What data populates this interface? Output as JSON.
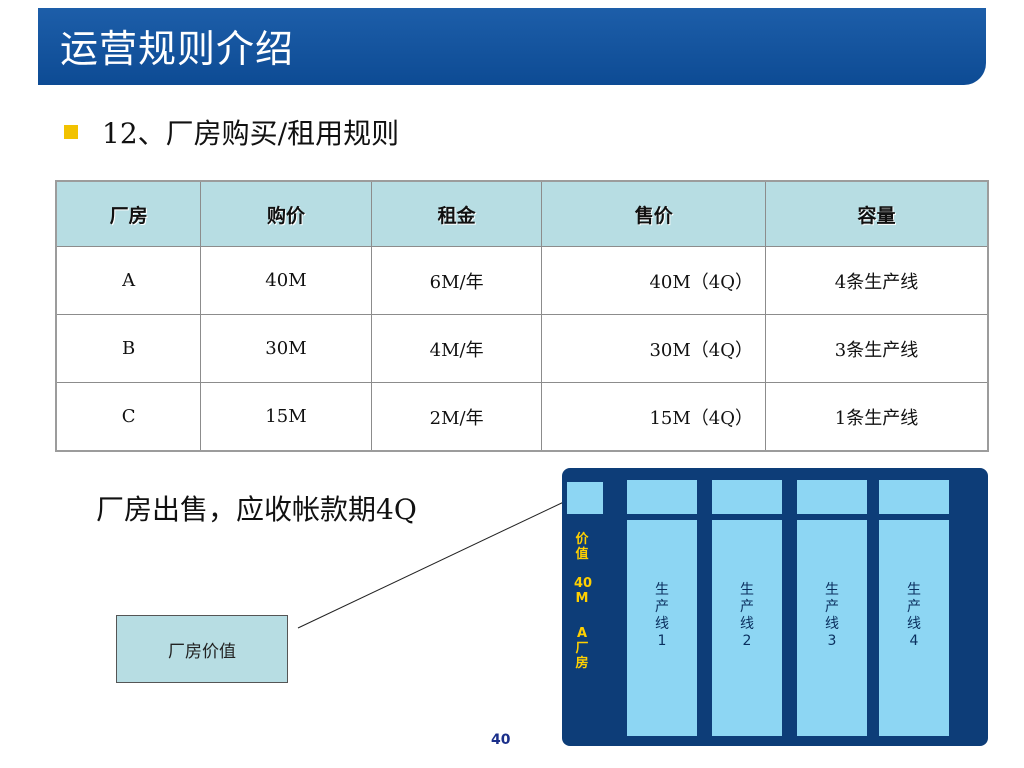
{
  "header": {
    "title": "运营规则介绍"
  },
  "section": {
    "subtitle": "12、厂房购买/租用规则"
  },
  "table": {
    "headers": [
      "厂房",
      "购价",
      "租金",
      "售价",
      "容量"
    ],
    "rows": [
      [
        "A",
        "40M",
        "6M/年",
        "40M（4Q）",
        "4条生产线"
      ],
      [
        "B",
        "30M",
        "4M/年",
        "30M（4Q）",
        "3条生产线"
      ],
      [
        "C",
        "15M",
        "2M/年",
        "15M（4Q）",
        "1条生产线"
      ]
    ]
  },
  "note": {
    "text": "厂房出售，应收帐款期4Q"
  },
  "callout": {
    "label": "厂房价值"
  },
  "diagram": {
    "side_lines": [
      "价",
      "值",
      "40",
      "M",
      "",
      "A",
      "厂",
      "房"
    ],
    "lines": [
      {
        "chars": [
          "生",
          "产",
          "线",
          "1"
        ]
      },
      {
        "chars": [
          "生",
          "产",
          "线",
          "2"
        ]
      },
      {
        "chars": [
          "生",
          "产",
          "线",
          "3"
        ]
      },
      {
        "chars": [
          "生",
          "产",
          "线",
          "4"
        ]
      }
    ],
    "colors": {
      "panel": "#0d3d78",
      "slot": "#8dd6f3",
      "value_text": "#ffd000"
    }
  },
  "footer": {
    "page_number": "40"
  }
}
